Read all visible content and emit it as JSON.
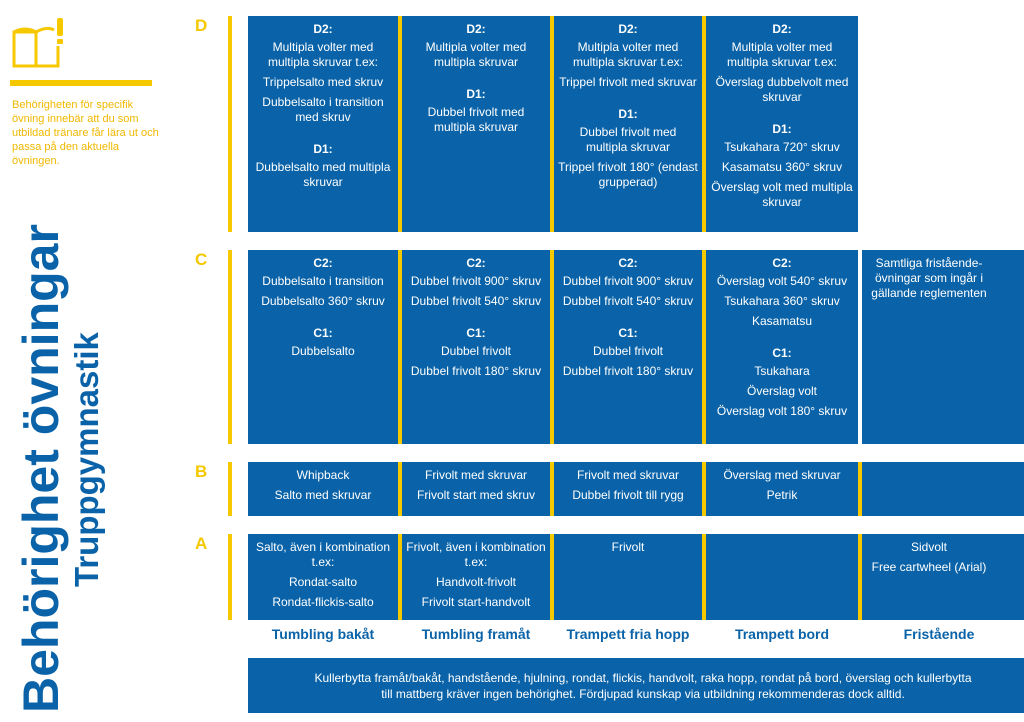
{
  "sidebar": {
    "note": "Behörigheten för specifik övning innebär att du som utbildad tränare får lära ut och passa på den aktuella övningen.",
    "title": "Behörighet övningar",
    "subtitle": "Truppgymnastik"
  },
  "levels": {
    "d": "D",
    "c": "C",
    "b": "B",
    "a": "A"
  },
  "columns": {
    "c1": "Tumbling bakåt",
    "c2": "Tumbling framåt",
    "c3": "Trampett fria hopp",
    "c4": "Trampett bord",
    "c5": "Fristående"
  },
  "row_d": {
    "c1": {
      "h1": "D2:",
      "l1": "Multipla volter med multipla skruvar t.ex:",
      "l2": "Trippelsalto med skruv",
      "l3": "Dubbelsalto i transition med skruv",
      "h2": "D1:",
      "l4": "Dubbelsalto med multipla skruvar"
    },
    "c2": {
      "h1": "D2:",
      "l1": "Multipla volter med multipla skruvar",
      "h2": "D1:",
      "l2": "Dubbel frivolt med multipla skruvar"
    },
    "c3": {
      "h1": "D2:",
      "l1": "Multipla volter med multipla skruvar t.ex:",
      "l2": "Trippel frivolt med skruvar",
      "h2": "D1:",
      "l3": "Dubbel frivolt med multipla skruvar",
      "l4": "Trippel frivolt 180° (endast grupperad)"
    },
    "c4": {
      "h1": "D2:",
      "l1": "Multipla volter med multipla skruvar t.ex:",
      "l2": "Överslag dubbelvolt med skruvar",
      "h2": "D1:",
      "l3": "Tsukahara 720° skruv",
      "l4": "Kasamatsu 360° skruv",
      "l5": "Överslag volt med multipla skruvar"
    }
  },
  "row_c": {
    "c1": {
      "h1": "C2:",
      "l1": "Dubbelsalto i transition",
      "l2": "Dubbelsalto 360° skruv",
      "h2": "C1:",
      "l3": "Dubbelsalto"
    },
    "c2": {
      "h1": "C2:",
      "l1": "Dubbel frivolt 900° skruv",
      "l2": "Dubbel frivolt 540° skruv",
      "h2": "C1:",
      "l3": "Dubbel frivolt",
      "l4": "Dubbel frivolt 180° skruv"
    },
    "c3": {
      "h1": "C2:",
      "l1": "Dubbel frivolt 900° skruv",
      "l2": "Dubbel frivolt 540° skruv",
      "h2": "C1:",
      "l3": "Dubbel frivolt",
      "l4": "Dubbel frivolt 180° skruv"
    },
    "c4": {
      "h1": "C2:",
      "l1": "Överslag volt 540° skruv",
      "l2": "Tsukahara 360° skruv",
      "l3": "Kasamatsu",
      "h2": "C1:",
      "l4": "Tsukahara",
      "l5": "Överslag volt",
      "l6": "Överslag volt 180° skruv"
    },
    "c5": {
      "l1": "Samtliga fristående-övningar som ingår i gällande reglementen"
    }
  },
  "row_b": {
    "c1": {
      "l1": "Whipback",
      "l2": "Salto med skruvar"
    },
    "c2": {
      "l1": "Frivolt med skruvar",
      "l2": "Frivolt start med skruv"
    },
    "c3": {
      "l1": "Frivolt med skruvar",
      "l2": "Dubbel frivolt till rygg"
    },
    "c4": {
      "l1": "Överslag med skruvar",
      "l2": "Petrik"
    }
  },
  "row_a": {
    "c1": {
      "l1": "Salto, även i kombination t.ex:",
      "l2": "Rondat-salto",
      "l3": "Rondat-flickis-salto"
    },
    "c2": {
      "l1": "Frivolt, även i kombination t.ex:",
      "l2": "Handvolt-frivolt",
      "l3": "Frivolt start-handvolt"
    },
    "c3": {
      "l1": "Frivolt"
    },
    "c5": {
      "l1": "Sidvolt",
      "l2": "Free cartwheel (Arial)"
    }
  },
  "footer": "Kullerbytta framåt/bakåt, handstående, hjulning, rondat, flickis, handvolt, raka hopp, rondat på bord, överslag och kullerbytta till mattberg kräver ingen behörighet. Fördjupad kunskap via utbildning rekommenderas dock alltid.",
  "colors": {
    "blue": "#0a63a8",
    "yellow": "#f5c800"
  }
}
